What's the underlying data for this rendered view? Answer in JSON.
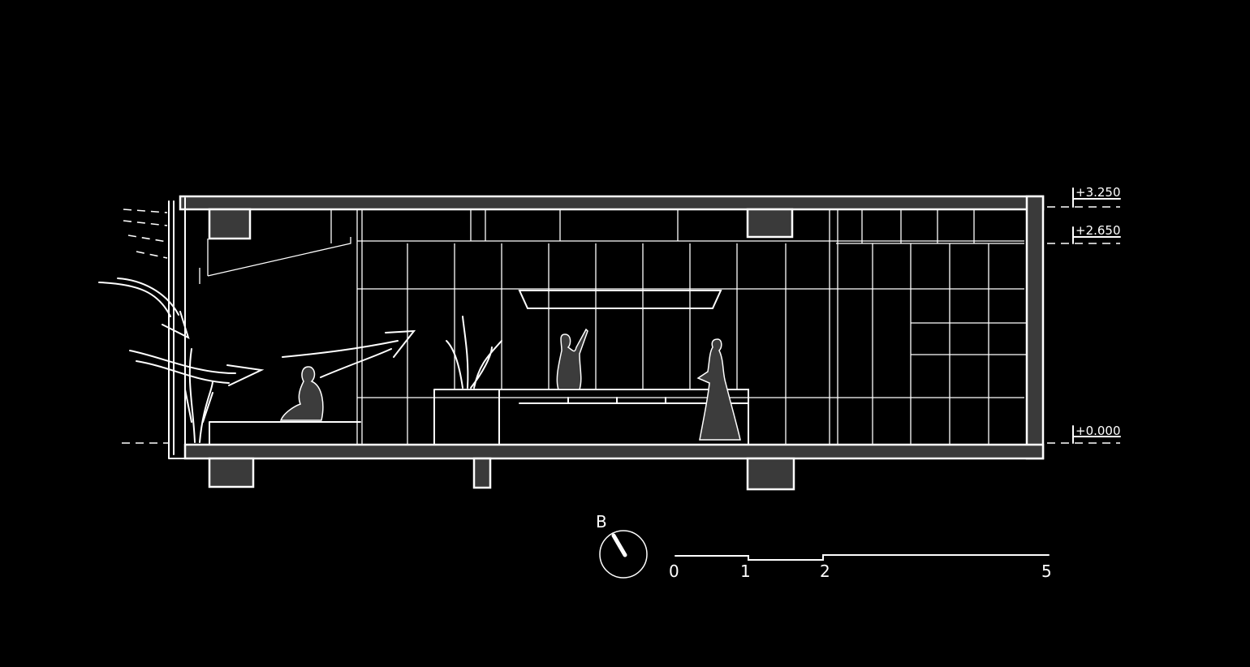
{
  "drawing": {
    "elevations": [
      {
        "label": "+3.250"
      },
      {
        "label": "+2.650"
      },
      {
        "label": "+0.000"
      }
    ],
    "section_marker": {
      "label": "B"
    },
    "scale_bar": {
      "ticks": [
        "0",
        "1",
        "2",
        "5"
      ]
    },
    "colors": {
      "background": "#000000",
      "line": "#ffffff",
      "solid_fill": "#3a3a3a"
    }
  }
}
